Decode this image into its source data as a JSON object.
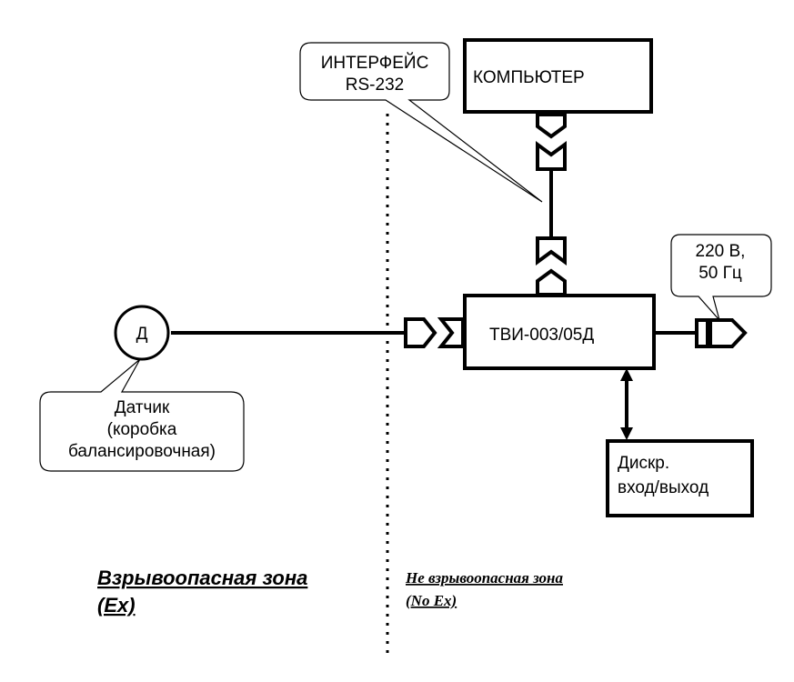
{
  "computer": {
    "label": "КОМПЬЮТЕР"
  },
  "interface_callout": {
    "line1": "ИНТЕРФЕЙС",
    "line2": "RS-232"
  },
  "device": {
    "label": "ТВИ-003/05Д"
  },
  "power_callout": {
    "line1": "220 В,",
    "line2": "50 Гц"
  },
  "sensor": {
    "symbol": "Д"
  },
  "sensor_callout": {
    "line1": "Датчик",
    "line2": "(коробка",
    "line3": "балансировочная)"
  },
  "discrete_io": {
    "line1": "Дискр.",
    "line2": "вход/выход"
  },
  "zones": {
    "hazardous": {
      "line1": "Взрывоопасная зона",
      "line2": "(Ex)"
    },
    "safe": {
      "line1": "Не взрывоопасная зона",
      "line2": "(No Ex)"
    }
  }
}
